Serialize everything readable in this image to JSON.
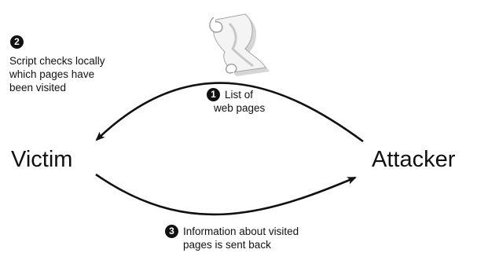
{
  "nodes": {
    "victim": "Victim",
    "attacker": "Attacker"
  },
  "steps": {
    "step1": {
      "marker": "1",
      "line1": "List of",
      "line2": "web pages"
    },
    "step2": {
      "marker": "2",
      "line1": "Script checks locally",
      "line2": "which pages have",
      "line3": "been visited"
    },
    "step3": {
      "marker": "3",
      "line1": "Information about visited",
      "line2": "pages is sent back"
    }
  },
  "icons": {
    "script": "script-scroll-icon"
  },
  "colors": {
    "stroke": "#111111",
    "scroll_fill": "#f4f4f4",
    "scroll_shadow": "#9a9a9a"
  }
}
